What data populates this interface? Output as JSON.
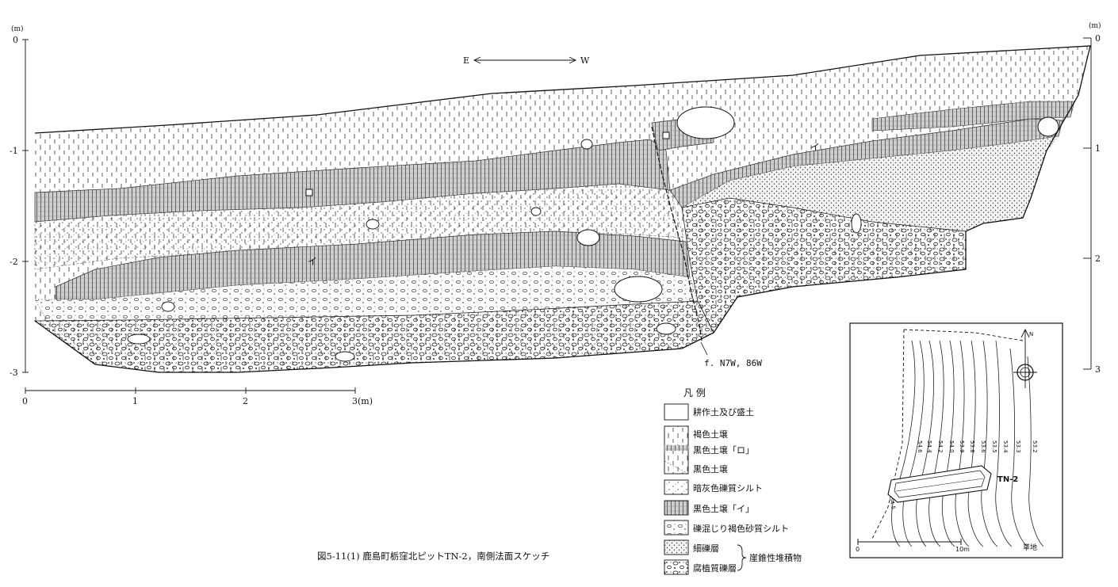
{
  "section": {
    "unit_left": "(m)",
    "unit_right": "(m)",
    "depth_left": [
      "0",
      "-1",
      "-2",
      "-3"
    ],
    "depth_right": [
      "0",
      "1",
      "2",
      "3"
    ],
    "scale_ticks": [
      "0",
      "1",
      "2",
      "3(m)"
    ],
    "orientation_e": "E",
    "orientation_w": "W",
    "layer_ro": "ロ",
    "layer_i": "イ",
    "fault_label": "f. N7W, 86W"
  },
  "legend": {
    "title": "凡 例",
    "items": [
      "耕作土及び盛土",
      "褐色土壌",
      "黒色土壌「ロ」",
      "黒色土壌",
      "暗灰色礫質シルト",
      "黒色土壌「イ」",
      "礫混じり褐色砂質シルト",
      "細礫層",
      "腐植質礫層"
    ],
    "group_label": "崖錐性堆積物"
  },
  "caption": "図5-11(1) 鹿島町栃窪北ピットTN-2，南側法面スケッチ",
  "inset": {
    "north": "N",
    "contours": [
      "54.6",
      "54.4",
      "54.2",
      "54.0",
      "53.9",
      "53.8",
      "53.6",
      "53.5",
      "53.4",
      "53.3",
      "53.2"
    ],
    "contour_low": "54.5",
    "pit_label": "TN-2",
    "scale_start": "0",
    "scale_end": "10m",
    "grass_label": "草地"
  }
}
